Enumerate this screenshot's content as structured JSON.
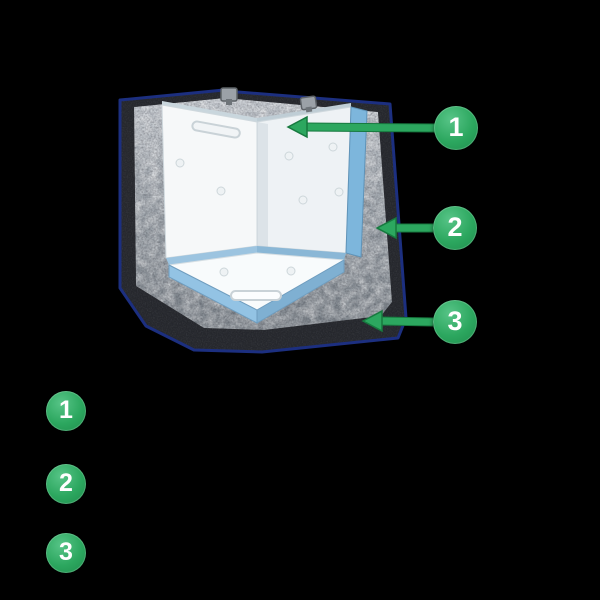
{
  "callouts": [
    {
      "number": "1"
    },
    {
      "number": "2"
    },
    {
      "number": "3"
    }
  ],
  "legend": [
    {
      "number": "1"
    },
    {
      "number": "2"
    },
    {
      "number": "3"
    }
  ],
  "colors": {
    "background": "#000000",
    "badge_green": "#2ca75f",
    "badge_green_light": "#57c487",
    "badge_green_dark": "#1f8c4c",
    "arrow_green": "#2ca75f",
    "arrow_green_outline": "#17793f",
    "outline_navy": "#1c2f80",
    "outer_layer_dark": "#26282d",
    "foil_silver": "#a8aeb5",
    "panel_white_left": "#f6f8f9",
    "panel_white_right": "#eef2f5",
    "floor_white": "#f8fbfc",
    "edge_blue": "#7db6dc",
    "floor_edge_blue_left": "#93c3e4",
    "floor_edge_blue_right": "#7fb0d2",
    "baseboard_blue_left": "#9cc4e0",
    "baseboard_blue_right": "#8ab7d6",
    "clip_gray": "#9ba1a7"
  }
}
